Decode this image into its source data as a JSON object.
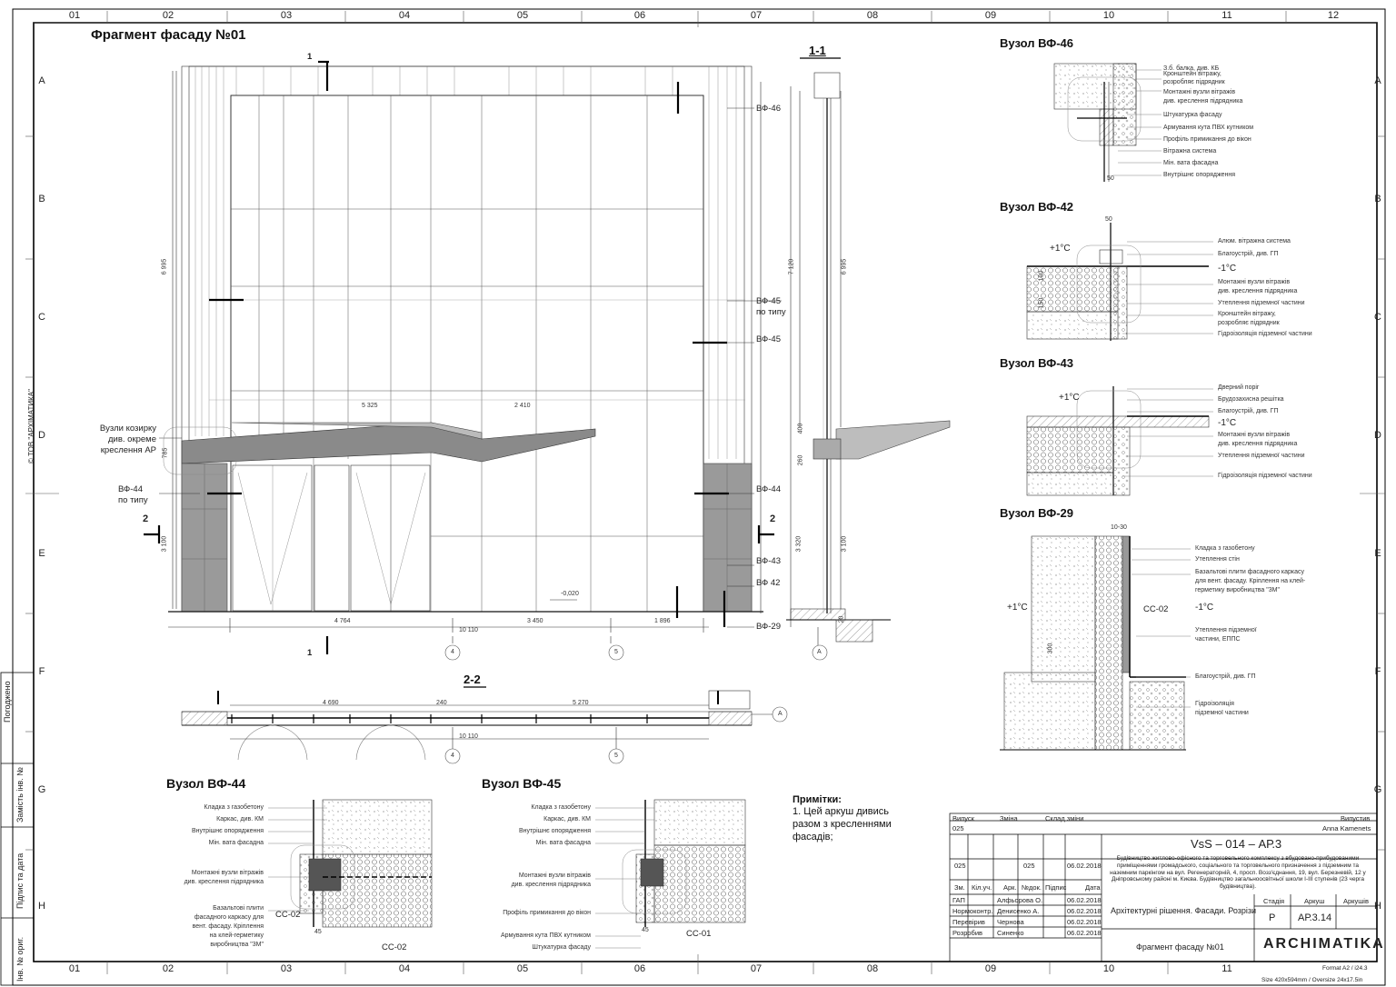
{
  "grid": {
    "columns_top": [
      "01",
      "02",
      "03",
      "04",
      "05",
      "06",
      "07",
      "08",
      "09",
      "10",
      "11",
      "12"
    ],
    "columns_bottom": [
      "01",
      "02",
      "03",
      "04",
      "05",
      "06",
      "07",
      "08",
      "09",
      "10",
      "11"
    ],
    "rows": [
      "A",
      "B",
      "C",
      "D",
      "E",
      "F",
      "G",
      "H"
    ]
  },
  "side_stamps": {
    "pogodzheno": "Погоджено",
    "zamist_inv": "Замість інв. №",
    "pidpys_data": "Підпис та дата",
    "inv_orig": "Інв. № ориг.",
    "copyright": "© ТОВ \"АРХІМАТИКА\""
  },
  "facade": {
    "title": "Фрагмент фасаду  №01",
    "labels_right": [
      "ВФ-46",
      "ВФ-45",
      "по типу",
      "ВФ-45",
      "ВФ-44",
      "ВФ-43",
      "ВФ 42",
      "ВФ-29"
    ],
    "labels_left": [
      "Вузли козирку",
      "див. окреме",
      "креслення АР",
      "ВФ-44",
      "по типу"
    ],
    "dims_bottom": [
      "4 764",
      "10 110",
      "3 450",
      "1 896"
    ],
    "dims_canopy": [
      "5 325",
      "2 410"
    ],
    "dims_side": [
      "6 995",
      "3 100",
      "785"
    ],
    "level": "-0,020",
    "axes": [
      "4",
      "5"
    ],
    "cut_marks": [
      "1",
      "2",
      "1",
      "2"
    ]
  },
  "section11": {
    "title": "1-1",
    "dims": [
      "7 120",
      "6 995",
      "3 320",
      "3 100",
      "400",
      "260",
      "20"
    ],
    "axis": "A"
  },
  "section22": {
    "title": "2-2",
    "dims": [
      "4 690",
      "240",
      "5 270",
      "10 110"
    ],
    "axes": [
      "4",
      "5"
    ],
    "axis_a": "A"
  },
  "node_vf46": {
    "title": "Вузол  ВФ-46",
    "labels": [
      "З.б. балка, див. КБ",
      "Кронштейн вітражу,",
      "розробляє підрядник",
      "Монтажні вузли вітражів",
      "див. креслення підрядника",
      "Штукатурка фасаду",
      "Армування кута ПВХ кутником",
      "Профіль примикання до вікон",
      "Вітражна система",
      "Мін. вата фасадна",
      "Внутрішнє опорядження"
    ],
    "dim": "50"
  },
  "node_vf42": {
    "title": "Вузол  ВФ-42",
    "labels": [
      "Алюм. вітражна система",
      "Благоустрій, див. ГП",
      "Монтажні вузли вітражів",
      "див. креслення підрядника",
      "Утеплення підземної частини",
      "Кронштейн вітражу,",
      "розробляє підрядник",
      "Гідроізоляція підземної частини"
    ],
    "temp_in": "+1°С",
    "temp_out": "-1°С",
    "dims": [
      "50",
      "100",
      "150"
    ]
  },
  "node_vf43": {
    "title": "Вузол  ВФ-43",
    "labels": [
      "Дверний поріг",
      "Брудозахисна решітка",
      "Благоустрій, див. ГП",
      "Монтажні вузли вітражів",
      "див. креслення підрядника",
      "Утеплення підземної частини",
      "Гідроізоляція підземної частини"
    ],
    "temp_in": "+1°С",
    "temp_out": "-1°С"
  },
  "node_vf29": {
    "title": "Вузол  ВФ-29",
    "labels": [
      "Кладка з газобетону",
      "Утеплення стін",
      "Базальтові плити фасадного каркасу",
      "для вент. фасаду. Кріплення на клей-",
      "герметику виробництва \"3M\"",
      "Утеплення підземної",
      "частини, ЕППС",
      "Благоустрій, див. ГП",
      "Гідроізоляція",
      "підземної частини"
    ],
    "temp_in": "+1°С",
    "temp_out": "-1°С",
    "tag": "СС-02",
    "dims": [
      "10-30",
      "300"
    ]
  },
  "node_vf44": {
    "title": "Вузол  ВФ-44",
    "labels": [
      "Кладка з газобетону",
      "Каркас, див. КМ",
      "Внутрішнє опорядження",
      "Мін. вата фасадна",
      "Монтажні вузли вітражів",
      "див. креслення підрядника",
      "Базальтові плити",
      "фасадного каркасу для",
      "вент. фасаду. Кріплення",
      "на клей-герметику",
      "виробництва \"3M\""
    ],
    "tags": [
      "СС-02",
      "СС-02"
    ],
    "dims": [
      "45"
    ]
  },
  "node_vf45": {
    "title": "Вузол  ВФ-45",
    "labels": [
      "Кладка з газобетону",
      "Каркас, див. КМ",
      "Внутрішнє опорядження",
      "Мін. вата фасадна",
      "Монтажні вузли вітражів",
      "див. креслення підрядника",
      "Профіль примикання до вікон",
      "Армування кута ПВХ кутником",
      "Штукатурка фасаду"
    ],
    "tag": "СС-01",
    "dims": [
      "45"
    ]
  },
  "notes": {
    "title": "Примітки:",
    "lines": [
      "1. Цей аркуш дивись",
      "разом з кресленнями",
      "фасадів;"
    ]
  },
  "title_block": {
    "header": [
      "Випуск",
      "Зміна",
      "Склад зміни",
      "Випустив"
    ],
    "issue": "025",
    "issued_by": "Anna Kamenets",
    "code": "VsS – 014 – АР.3",
    "rev_row": [
      "025",
      "025",
      "06.02.2018"
    ],
    "description": "Будівництво житлово-офісного та торговельного комплексу з вбудовано-прибудованими приміщеннями громадського, соціального та торговельного призначення з підземним та наземним паркінгом на вул. Регенераторній, 4, просп. Возз'єднання, 19, вул. Березневій, 12 у Дніпровському районі м. Києва. Будівництво загальноосвітньої школи І-ІІІ ступенів (23 черга будівництва).",
    "cols": [
      "Зм.",
      "Кіл.уч.",
      "Арк.",
      "№док.",
      "Підпис",
      "Дата"
    ],
    "people": [
      {
        "role": "ГАП",
        "name": "Алфьорова О.",
        "date": "06.02.2018"
      },
      {
        "role": "Нормоконтр.",
        "name": "Денисенко А.",
        "date": "06.02.2018"
      },
      {
        "role": "Перевірив",
        "name": "Чернова",
        "date": "06.02.2018"
      },
      {
        "role": "Розробив",
        "name": "Синенко",
        "date": "06.02.2018"
      }
    ],
    "section_title": "Архітектурні рішення. Фасади. Розрізи",
    "stage_hdr": [
      "Стадія",
      "Аркуш",
      "Аркушів"
    ],
    "stage": "Р",
    "sheet": "АР.3.14",
    "sheet_title": "Фрагмент фасаду №01",
    "logo": "ARCHIMATIKA",
    "format": "Format A2 / i24.3",
    "size": "Size 420x594mm / Oversize 24x17.5in"
  },
  "colors": {
    "line": "#222222",
    "hatch": "#9a9a9a",
    "canopy": "#888888",
    "frame": "#000000"
  }
}
